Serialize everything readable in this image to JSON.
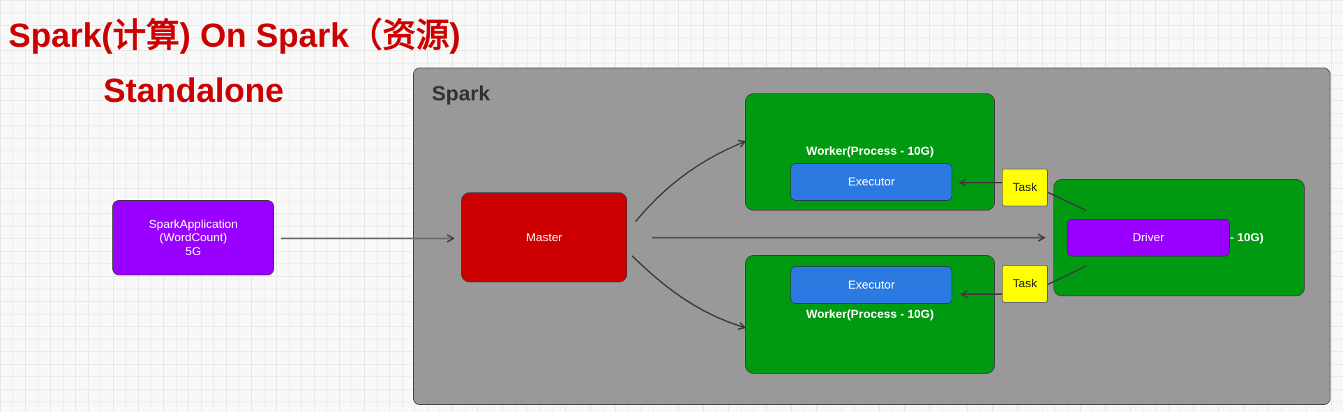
{
  "title": {
    "line1": "Spark(计算) On Spark（资源)",
    "line2": "Standalone"
  },
  "container": {
    "label": "Spark"
  },
  "application": {
    "line1": "SparkApplication",
    "line2": "(WordCount)",
    "line3": "5G"
  },
  "master": {
    "label": "Master"
  },
  "worker_top": {
    "label": "Worker(Process - 10G)",
    "executor": "Executor"
  },
  "worker_bottom": {
    "label": "Worker(Process - 10G)",
    "executor": "Executor"
  },
  "driver_worker": {
    "driver": "Driver",
    "memory": "- 10G)"
  },
  "tasks": {
    "top": "Task",
    "bottom": "Task"
  },
  "colors": {
    "title": "#cc0000",
    "container": "#999999",
    "application": "#9900ff",
    "master": "#cc0000",
    "worker": "#009a12",
    "executor": "#2a7ae2",
    "driver": "#9900ff",
    "task": "#ffff00"
  }
}
